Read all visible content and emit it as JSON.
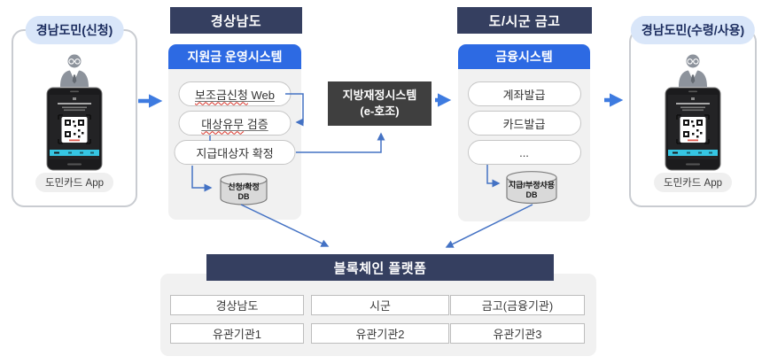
{
  "colors": {
    "navy": "#353F60",
    "blue_header": "#2D6AE3",
    "arrow_blue": "#3E7BE0",
    "connector_blue": "#4472C4",
    "panel_gray": "#F1F1F1",
    "citizen_pill_blue": "#D9E6F9",
    "phone_cyan": "#36C6E3",
    "spellcheck_red": "#D93025"
  },
  "citizen_apply": {
    "title": "경남도민(신청)",
    "app_label": "도민카드 App"
  },
  "citizen_use": {
    "title": "경남도민(수령/사용)",
    "app_label": "도민카드 App"
  },
  "gyeongnam": {
    "header": "경상남도",
    "system": "지원금 운영시스템",
    "pill1_wavy": "보조금신청",
    "pill1_rest": " Web",
    "pill2_wavy": "대상유무",
    "pill2_rest": " 검증",
    "pill3": "지급대상자 확정",
    "db_line1": "신청/확정",
    "db_line2": "DB"
  },
  "ehojo": {
    "line1": "지방재정시스템",
    "line2": "(e-호조)"
  },
  "treasury": {
    "header": "도/시군 금고",
    "system": "금융시스템",
    "pill1": "계좌발급",
    "pill2": "카드발급",
    "pill3": "...",
    "db_line1": "지급/부정사용",
    "db_line2": "DB"
  },
  "blockchain": {
    "header": "블록체인 플랫폼",
    "nodes": [
      "경상남도",
      "시군",
      "금고(금융기관)",
      "유관기관1",
      "유관기관2",
      "유관기관3"
    ]
  }
}
